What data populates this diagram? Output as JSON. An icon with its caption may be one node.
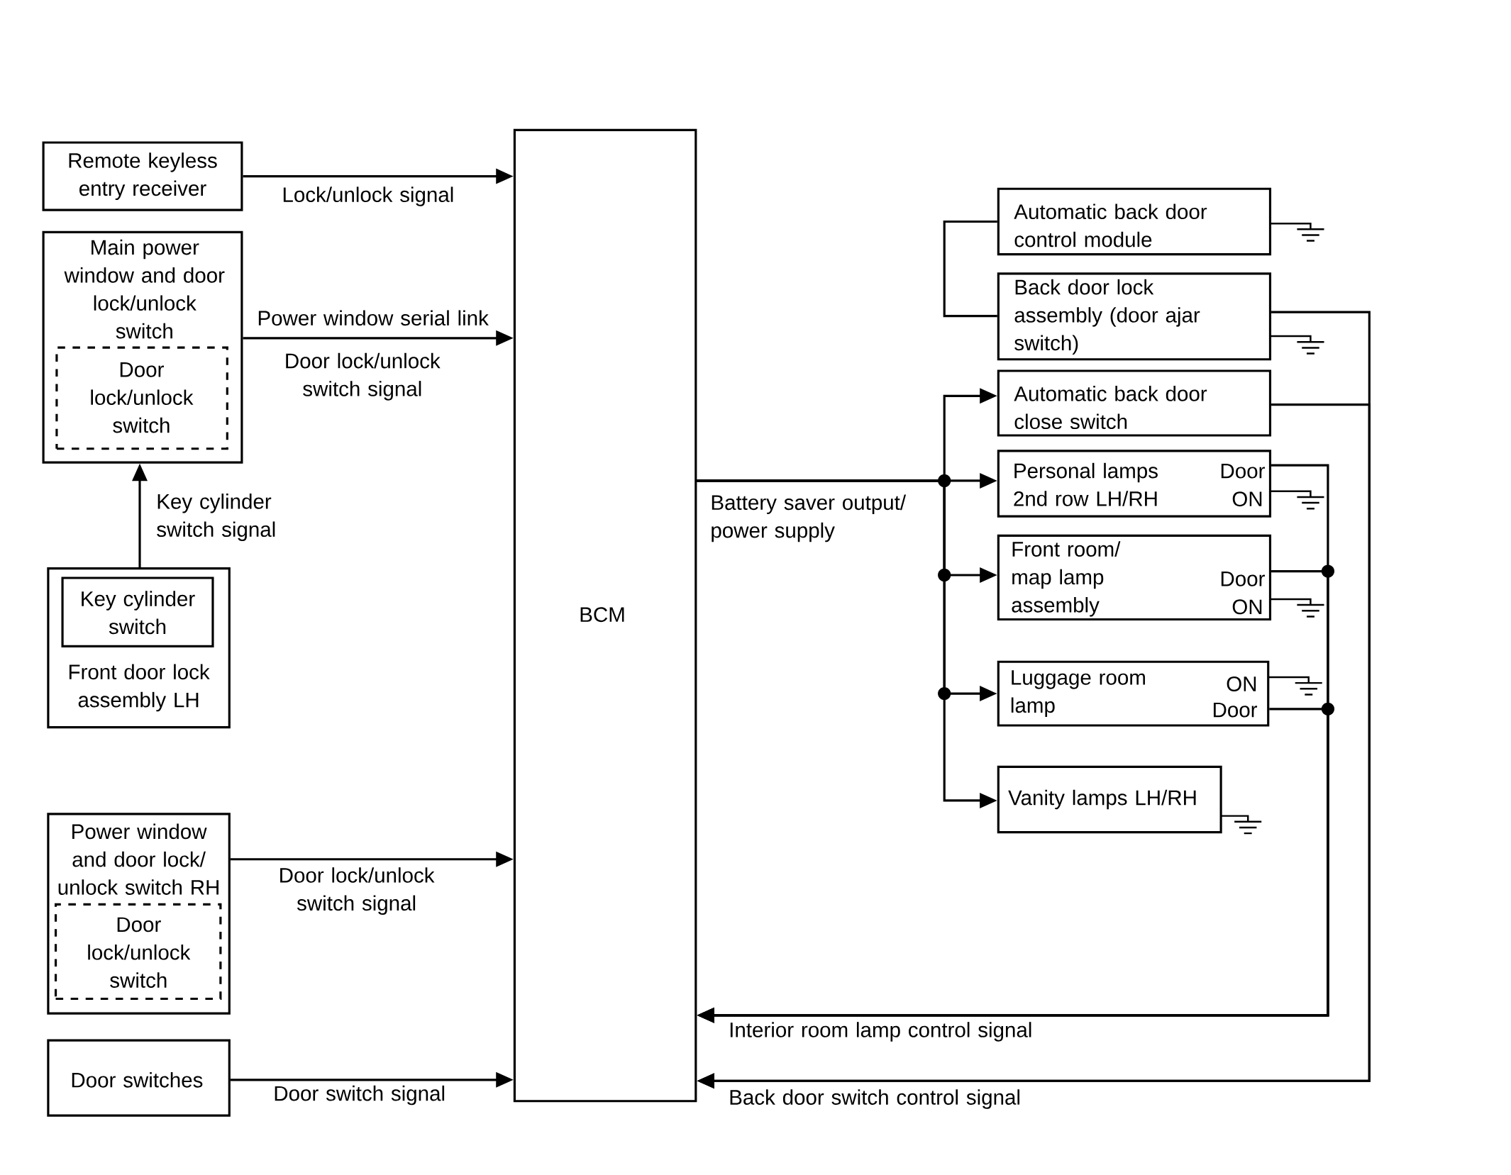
{
  "diagram": {
    "nodes": [
      {
        "text": [
          "Remote keyless entry receiver"
        ]
      },
      {
        "text": [
          "Main power window and door lock/unlock switch"
        ]
      },
      {
        "text": [
          "Door lock/unlock switch"
        ],
        "in": 1
      },
      {
        "text": [
          "Front door lock assembly LH"
        ]
      },
      {
        "text": [
          "Key cylinder switch"
        ],
        "in": 3
      },
      {
        "text": [
          "Power window and door lock/ unlock switch RH"
        ]
      },
      {
        "text": [
          "Door lock/unlock switch"
        ],
        "in": 5
      },
      {
        "text": [
          "Door switches"
        ]
      },
      {
        "text": [
          "BCM"
        ]
      },
      {
        "text": [
          "Automatic back door control module"
        ]
      },
      {
        "text": [
          "Back door lock assembly (door ajar switch)"
        ]
      },
      {
        "text": [
          "Automatic back door close switch"
        ]
      },
      {
        "text": [
          "Personal lamps 2nd row LH/RH",
          "Door",
          "ON"
        ]
      },
      {
        "text": [
          "Front room/ map lamp assembly",
          "Door",
          "ON"
        ]
      },
      {
        "text": [
          "Luggage room lamp",
          "ON",
          "Door"
        ]
      },
      {
        "text": [
          "Vanity lamps LH/RH"
        ]
      }
    ],
    "edges": [
      {
        "from": 0,
        "to": 8,
        "arrow": "to",
        "label": "Lock/unlock signal"
      },
      {
        "from": 1,
        "to": 8,
        "arrow": "to",
        "label": "Power window serial link"
      },
      {
        "from": 3,
        "to": 1,
        "arrow": "to",
        "label": "Key cylinder switch signal"
      },
      {
        "from": 5,
        "to": 8,
        "arrow": "to",
        "label": "Door lock/unlock switch signal"
      },
      {
        "from": 7,
        "to": 8,
        "arrow": "to",
        "label": "Door switch signal"
      },
      {
        "from": 9,
        "to": 10,
        "arrow": "none"
      },
      {
        "from": 8,
        "to": 11,
        "arrow": "to"
      },
      {
        "from": 8,
        "to": 12,
        "arrow": "to",
        "label": "Battery saver output/ power supply"
      },
      {
        "from": 8,
        "to": 13,
        "arrow": "to"
      },
      {
        "from": 8,
        "to": 14,
        "arrow": "to"
      },
      {
        "from": 8,
        "to": 15,
        "arrow": "to"
      },
      {
        "from": 12,
        "to": 8,
        "arrow": "to",
        "label": "Interior room lamp control signal"
      },
      {
        "from": 13,
        "to": 8,
        "arrow": "to"
      },
      {
        "from": 14,
        "to": 8,
        "arrow": "to"
      },
      {
        "from": 10,
        "to": 8,
        "arrow": "to",
        "label": "Back door switch control signal"
      },
      {
        "from": 11,
        "to": 8,
        "arrow": "to"
      }
    ],
    "labels": [
      "Door lock/unlock switch signal"
    ]
  }
}
